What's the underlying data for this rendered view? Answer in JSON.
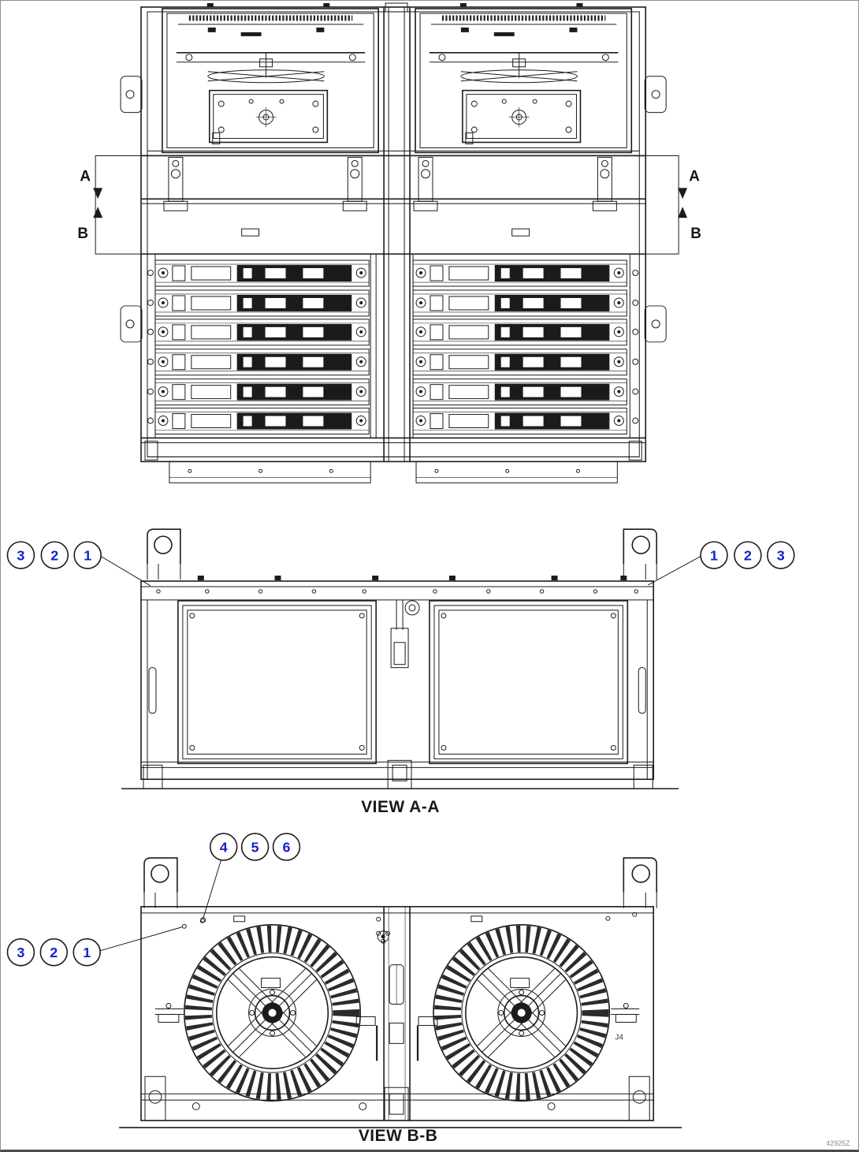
{
  "colors": {
    "background": "#ffffff",
    "border": "#8f8f8f",
    "line": "#1b1b1b",
    "callout": "#1122cc",
    "label": "#161616",
    "watermark": "#8a8f98"
  },
  "main_view": {
    "section_a": "A",
    "section_b": "B"
  },
  "view_aa": {
    "title": "VIEW A-A",
    "callouts_left": [
      "3",
      "2",
      "1"
    ],
    "callouts_right": [
      "1",
      "2",
      "3"
    ]
  },
  "view_bb": {
    "title": "VIEW B-B",
    "callouts_top": [
      "4",
      "5",
      "6"
    ],
    "callouts_left": [
      "3",
      "2",
      "1"
    ],
    "connector_label": "J4"
  },
  "footer": {
    "drawing_code": "42925Z"
  }
}
